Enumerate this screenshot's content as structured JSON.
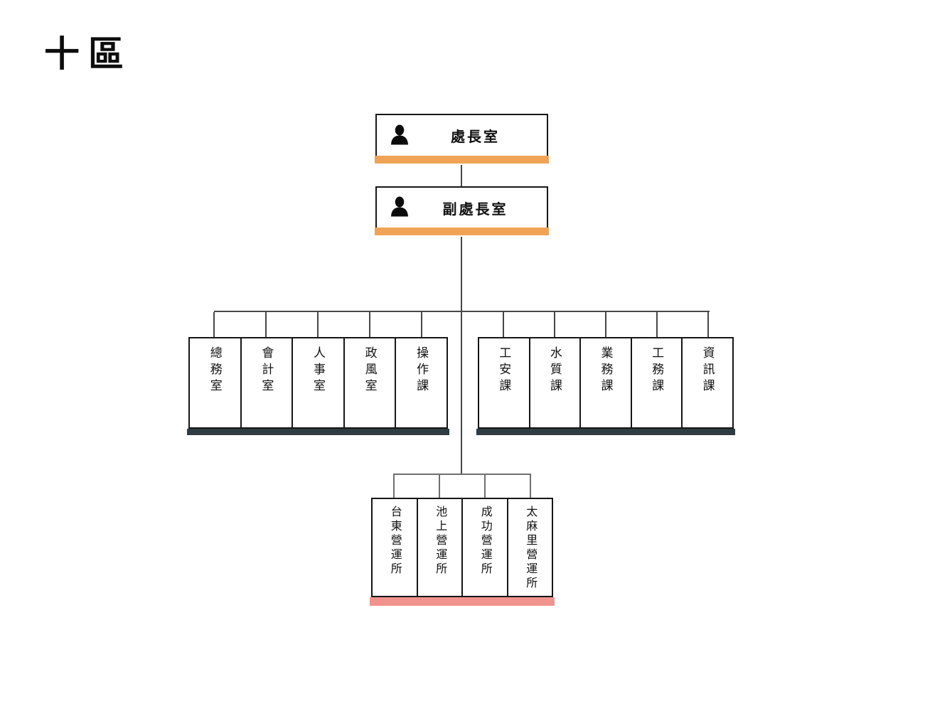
{
  "title": "十區",
  "colors": {
    "executive_accent": "#F0A355",
    "department_accent": "#2E3B43",
    "branch_accent": "#F1938D"
  },
  "org": {
    "top_node": {
      "label": "處長室",
      "icon": "person-icon"
    },
    "deputy_node": {
      "label": "副處長室",
      "icon": "person-icon"
    },
    "groups": {
      "staff": {
        "items": [
          "總務室",
          "會計室",
          "人事室",
          "政風室",
          "操作課"
        ]
      },
      "technical": {
        "items": [
          "工安課",
          "水質課",
          "業務課",
          "工務課",
          "資訊課"
        ]
      },
      "branches": {
        "items": [
          "台東營運所",
          "池上營運所",
          "成功營運所",
          "太麻里營運所"
        ]
      }
    }
  }
}
